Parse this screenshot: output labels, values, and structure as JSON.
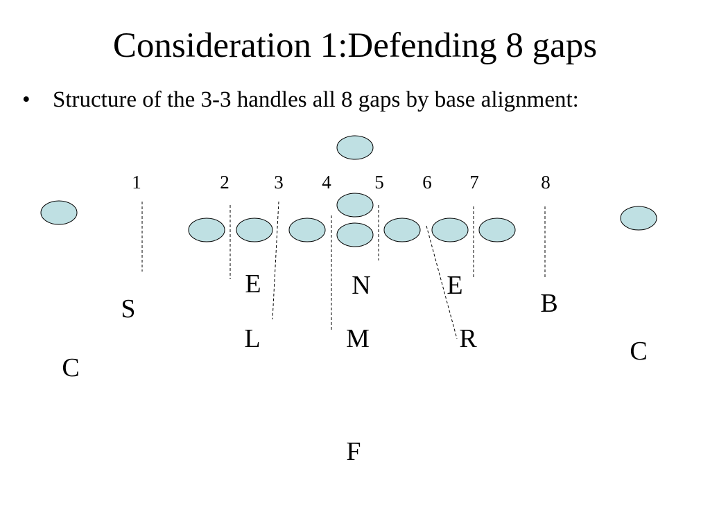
{
  "slide": {
    "title": "Consideration 1:Defending 8 gaps",
    "bullet": "Structure of the 3-3 handles all 8 gaps by base alignment:",
    "bullet_glyph": "•"
  },
  "diagram": {
    "colors": {
      "player_fill": "#bfe0e3",
      "player_stroke": "#000000",
      "text": "#000000",
      "gap_line": "#000000"
    },
    "gap_numbers": [
      "1",
      "2",
      "3",
      "4",
      "5",
      "6",
      "7",
      "8"
    ],
    "defenders": [
      "E",
      "N",
      "E",
      "S",
      "B",
      "L",
      "M",
      "R",
      "C",
      "C",
      "F"
    ],
    "offense": [
      "receiver-left",
      "left-tackle",
      "left-guard",
      "center",
      "right-guard",
      "right-tackle",
      "tight-end",
      "receiver-right",
      "quarterback",
      "fullback",
      "tailback"
    ]
  }
}
